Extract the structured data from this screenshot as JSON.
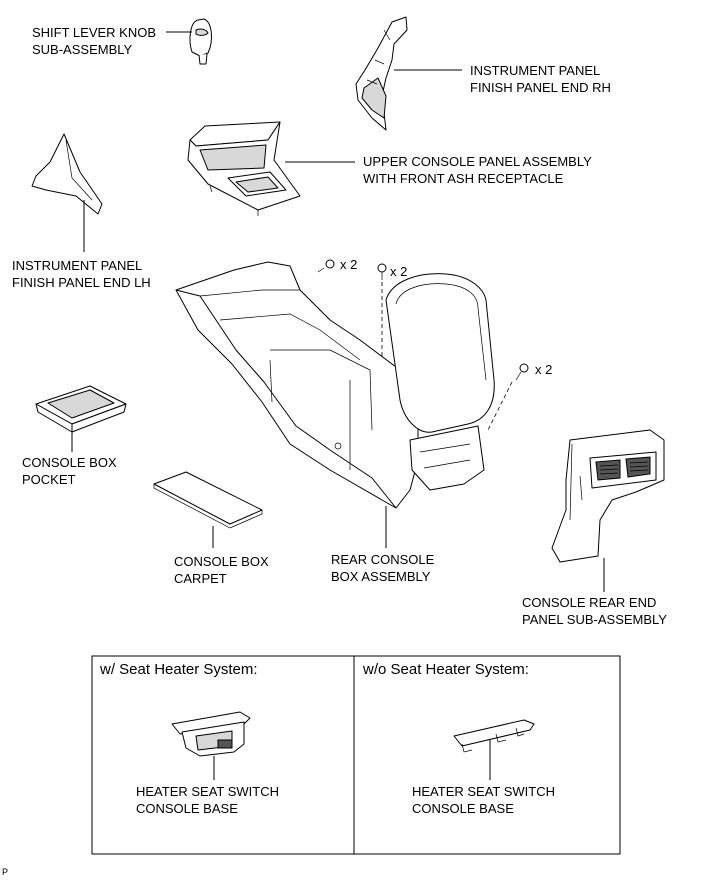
{
  "parts": {
    "shift_lever_knob": [
      "SHIFT LEVER KNOB",
      "SUB-ASSEMBLY"
    ],
    "finish_panel_rh": [
      "INSTRUMENT PANEL",
      "FINISH PANEL END RH"
    ],
    "upper_console_panel": [
      "UPPER CONSOLE PANEL ASSEMBLY",
      "WITH FRONT ASH RECEPTACLE"
    ],
    "finish_panel_lh": [
      "INSTRUMENT PANEL",
      "FINISH PANEL END LH"
    ],
    "console_box_pocket": [
      "CONSOLE BOX",
      "POCKET"
    ],
    "console_box_carpet": [
      "CONSOLE BOX",
      "CARPET"
    ],
    "rear_console_box": [
      "REAR CONSOLE",
      "BOX ASSEMBLY"
    ],
    "console_rear_end_panel": [
      "CONSOLE REAR END",
      "PANEL SUB-ASSEMBLY"
    ]
  },
  "fasteners": {
    "left_clip_qty": "x 2",
    "center_bolt_qty": "x 2",
    "right_clip_qty": "x 2"
  },
  "variants": {
    "with_heater_title": "w/ Seat Heater System:",
    "without_heater_title": "w/o Seat Heater System:",
    "with_heater_part": [
      "HEATER SEAT SWITCH",
      "CONSOLE BASE"
    ],
    "without_heater_part": [
      "HEATER SEAT SWITCH",
      "CONSOLE BASE"
    ]
  },
  "footer_code": "P"
}
